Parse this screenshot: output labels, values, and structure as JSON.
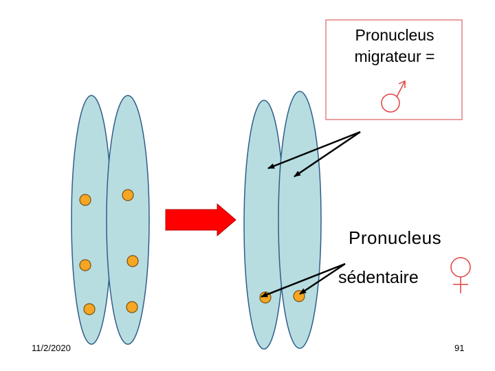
{
  "box_label": {
    "line1": "Pronucleus",
    "line2": "migrateur ="
  },
  "label_sedentary": {
    "line1": "Pronucleus",
    "line2": "sédentaire"
  },
  "footer": {
    "date": "11/2/2020",
    "page": "91"
  },
  "colors": {
    "cell_fill": "#b7dde0",
    "cell_stroke": "#2f5d8a",
    "nucleus_fill": "#f5a623",
    "nucleus_stroke": "#7a5010",
    "arrow_red": "#ff0000",
    "box_border": "#e08080",
    "symbol_red": "#e04040"
  },
  "icons": {
    "male": "male-symbol-icon",
    "female": "female-symbol-icon"
  }
}
